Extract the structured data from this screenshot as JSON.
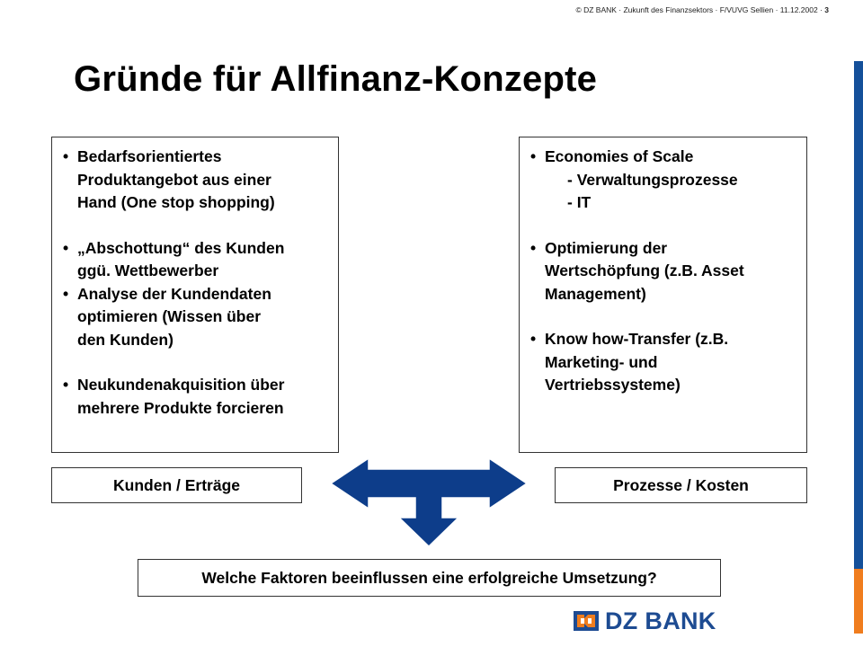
{
  "header": {
    "text": "© DZ BANK · Zukunft des Finanzsektors · F/VUVG Sellien · 11.12.2002 ·",
    "page_number": "3"
  },
  "slide": {
    "title": "Gründe für Allfinanz-Konzepte"
  },
  "left_box": {
    "items": [
      {
        "bullet": "•",
        "lines": [
          "Bedarfsorientiertes",
          "Produktangebot aus einer",
          "Hand (One stop shopping)"
        ]
      },
      {
        "bullet": "•",
        "lines": [
          "„Abschottung“ des Kunden",
          "ggü. Wettbewerber"
        ]
      },
      {
        "bullet": "•",
        "lines": [
          "Analyse der Kundendaten",
          "optimieren (Wissen über",
          "den Kunden)"
        ]
      },
      {
        "bullet": "•",
        "lines": [
          "Neukundenakquisition über",
          "mehrere Produkte forcieren"
        ]
      }
    ]
  },
  "right_box": {
    "items": [
      {
        "bullet": "•",
        "lines": [
          "Economies of Scale"
        ],
        "sub": [
          "- Verwaltungsprozesse",
          "- IT"
        ]
      },
      {
        "bullet": "•",
        "lines": [
          "Optimierung der",
          "Wertschöpfung (z.B. Asset",
          "Management)"
        ]
      },
      {
        "bullet": "•",
        "lines": [
          "Know how-Transfer (z.B.",
          "Marketing- und",
          "Vertriebssysteme)"
        ]
      }
    ]
  },
  "labels": {
    "left": "Kunden / Erträge",
    "right": "Prozesse / Kosten",
    "question": "Welche Faktoren beeinflussen eine erfolgreiche Umsetzung?"
  },
  "logo": {
    "text": "DZ BANK"
  },
  "colors": {
    "accent_blue": "#14509a",
    "accent_orange": "#f07d1e",
    "arrow_fill": "#0d3d8a"
  }
}
